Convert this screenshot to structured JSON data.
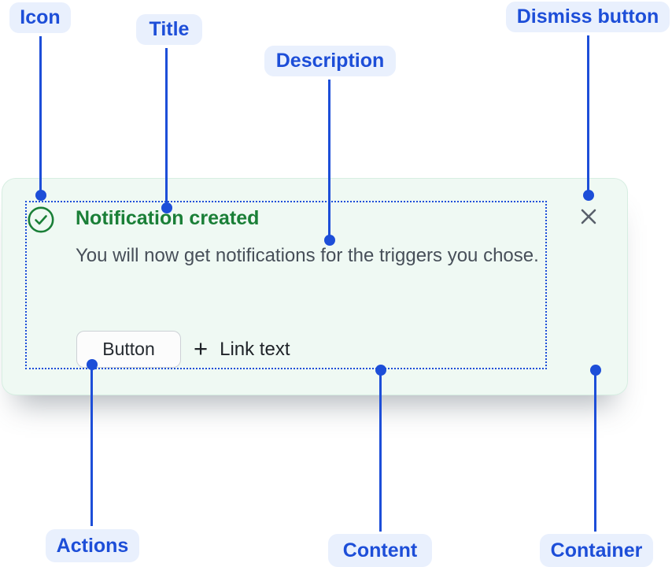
{
  "annotations": {
    "icon": {
      "label": "Icon"
    },
    "title": {
      "label": "Title"
    },
    "description": {
      "label": "Description"
    },
    "dismiss": {
      "label": "Dismiss button"
    },
    "actions": {
      "label": "Actions"
    },
    "content": {
      "label": "Content"
    },
    "container": {
      "label": "Container"
    }
  },
  "banner": {
    "title": "Notification created",
    "description": "You will now get notifications for the triggers you chose.",
    "button_label": "Button",
    "link_plus": "+",
    "link_label": "Link text",
    "icons": {
      "status": "check-circle-icon",
      "dismiss": "close-icon",
      "link_prefix": "plus-icon"
    }
  },
  "colors": {
    "annotation_blue": "#1D4ED8",
    "annotation_pill_bg": "#E9F0FD",
    "success_green": "#1A7F37",
    "card_bg": "#EFF9F3",
    "card_border": "#D7EEE2",
    "description_text": "#474F59",
    "dark_text": "#1F2328",
    "dismiss_gray": "#59606B",
    "button_bg": "#FCFCFC",
    "button_border": "#CDD1D6"
  }
}
